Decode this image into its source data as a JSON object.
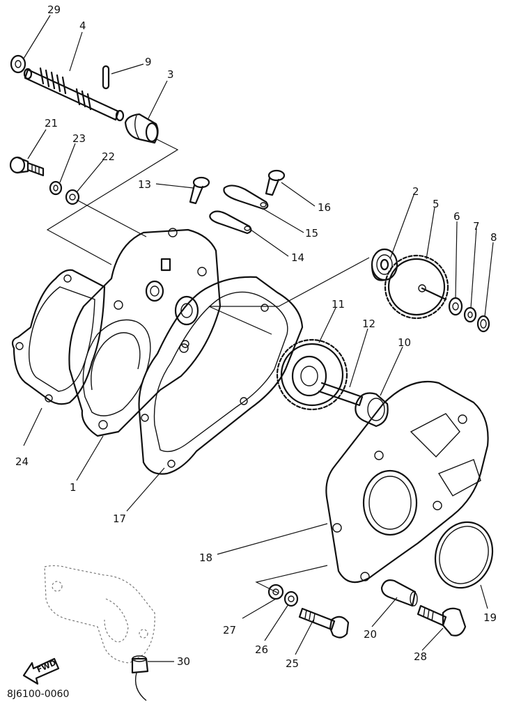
{
  "diagram": {
    "code": "8J6100-0060",
    "fwd_label": "FWD",
    "callouts": {
      "c1": "1",
      "c2": "2",
      "c3": "3",
      "c4": "4",
      "c5": "5",
      "c6": "6",
      "c7": "7",
      "c8": "8",
      "c9": "9",
      "c10": "10",
      "c11": "11",
      "c12": "12",
      "c13": "13",
      "c14": "14",
      "c15": "15",
      "c16": "16",
      "c17": "17",
      "c18": "18",
      "c19": "19",
      "c20": "20",
      "c21": "21",
      "c22": "22",
      "c23": "23",
      "c24": "24",
      "c25": "25",
      "c26": "26",
      "c27": "27",
      "c28": "28",
      "c29": "29",
      "c30": "30"
    }
  }
}
